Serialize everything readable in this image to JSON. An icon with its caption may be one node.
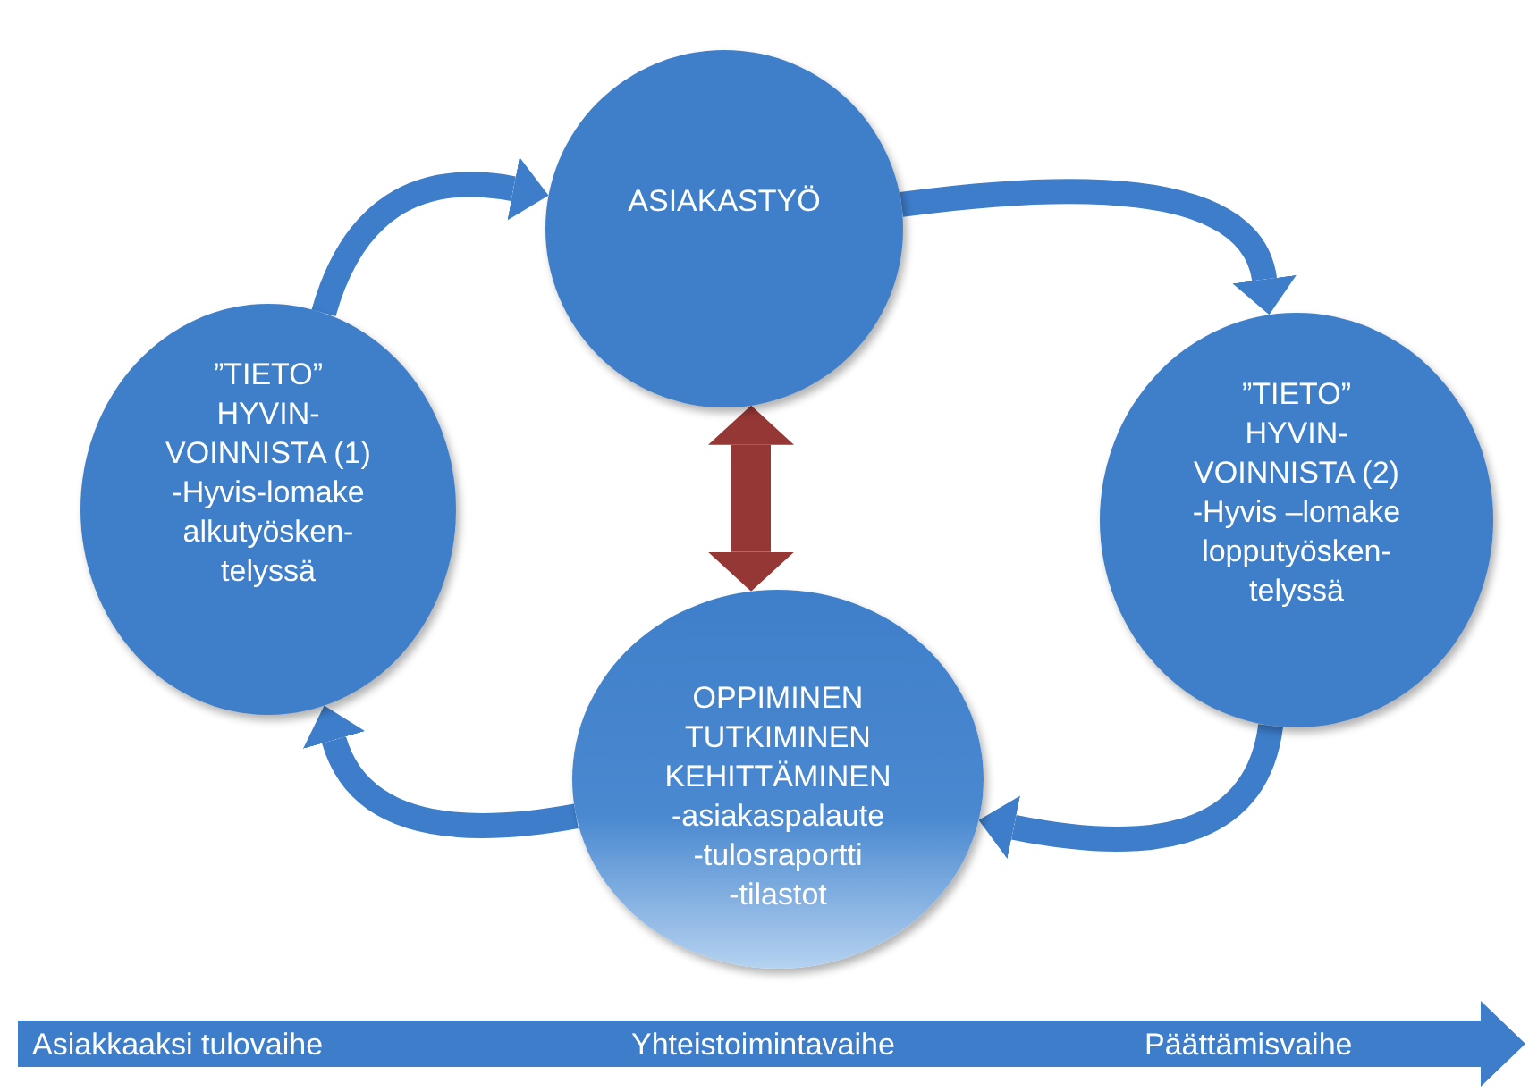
{
  "diagram": {
    "nodes": [
      {
        "text": [
          "ASIAKASTYÖ"
        ]
      },
      {
        "text": [
          "”TIETO”",
          "HYVIN- VOINNISTA (1)",
          "-Hyvis-lomake",
          "alkutyösken- telyssä"
        ]
      },
      {
        "text": [
          "”TIETO”",
          "HYVIN- VOINNISTA (2)",
          "-Hyvis –lomake",
          "lopputyösken- telyssä"
        ]
      },
      {
        "text": [
          "OPPIMINEN",
          "TUTKIMINEN",
          "KEHITTÄMINEN",
          "-asiakaspalaute",
          "-tulosraportti",
          "-tilastot"
        ]
      }
    ],
    "edges": [
      {
        "from": 1,
        "to": 0,
        "arrow": "to"
      },
      {
        "from": 0,
        "to": 2,
        "arrow": "to"
      },
      {
        "from": 2,
        "to": 3,
        "arrow": "to"
      },
      {
        "from": 3,
        "to": 1,
        "arrow": "to"
      },
      {
        "from": 0,
        "to": 3,
        "arrow": "both",
        "color": "#953735"
      }
    ],
    "labels": [
      "Asiakkaaksi tulovaihe",
      "Yhteistoimintavaihe",
      "Päättämisvaihe"
    ]
  }
}
